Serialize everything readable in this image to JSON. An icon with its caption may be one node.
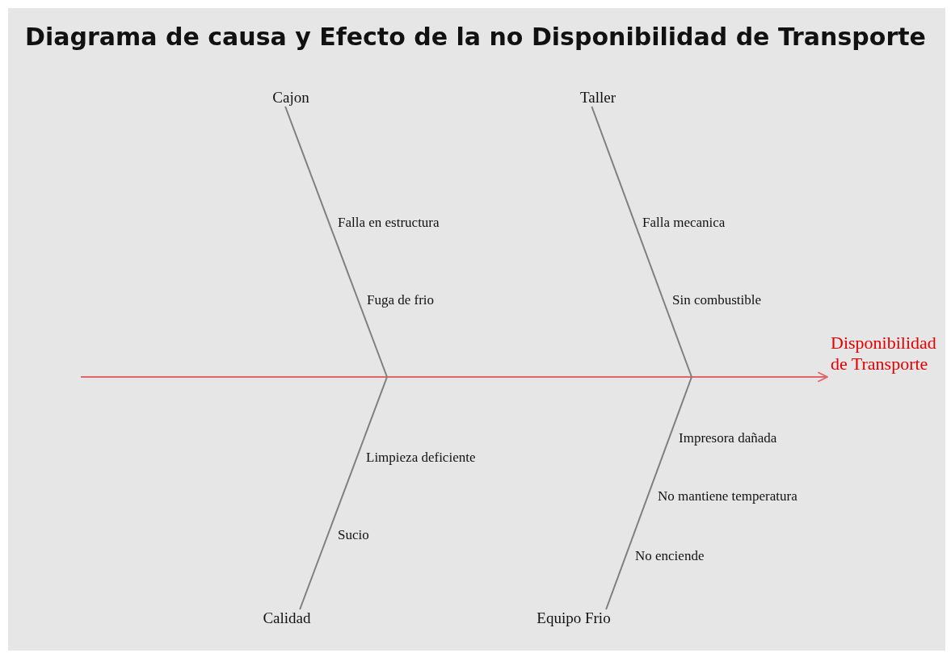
{
  "diagram": {
    "title": "Diagrama de causa y Efecto de la no Disponibilidad de Transporte",
    "nodes": [
      {
        "text": [
          "Cajon"
        ]
      },
      {
        "text": [
          "Taller"
        ]
      },
      {
        "text": [
          "Disponibilidad de Transporte"
        ]
      },
      {
        "text": [
          "Calidad"
        ]
      },
      {
        "text": [
          "Equipo Frio"
        ]
      }
    ],
    "edges": [
      {
        "from": null,
        "to": 2,
        "arrow": "to",
        "color": "#e06666"
      },
      {
        "from": 0,
        "to": null,
        "arrow": "none"
      },
      {
        "from": 1,
        "to": null,
        "arrow": "none"
      },
      {
        "from": 3,
        "to": null,
        "arrow": "none"
      },
      {
        "from": 4,
        "to": null,
        "arrow": "none"
      }
    ],
    "labels": [
      "Falla en estructura",
      "Falla mecanica",
      "Fuga de frio",
      "Sin combustible",
      "Impresora dañada",
      "Limpieza deficiente",
      "No mantiene temperatura",
      "Sucio",
      "No enciende"
    ]
  }
}
